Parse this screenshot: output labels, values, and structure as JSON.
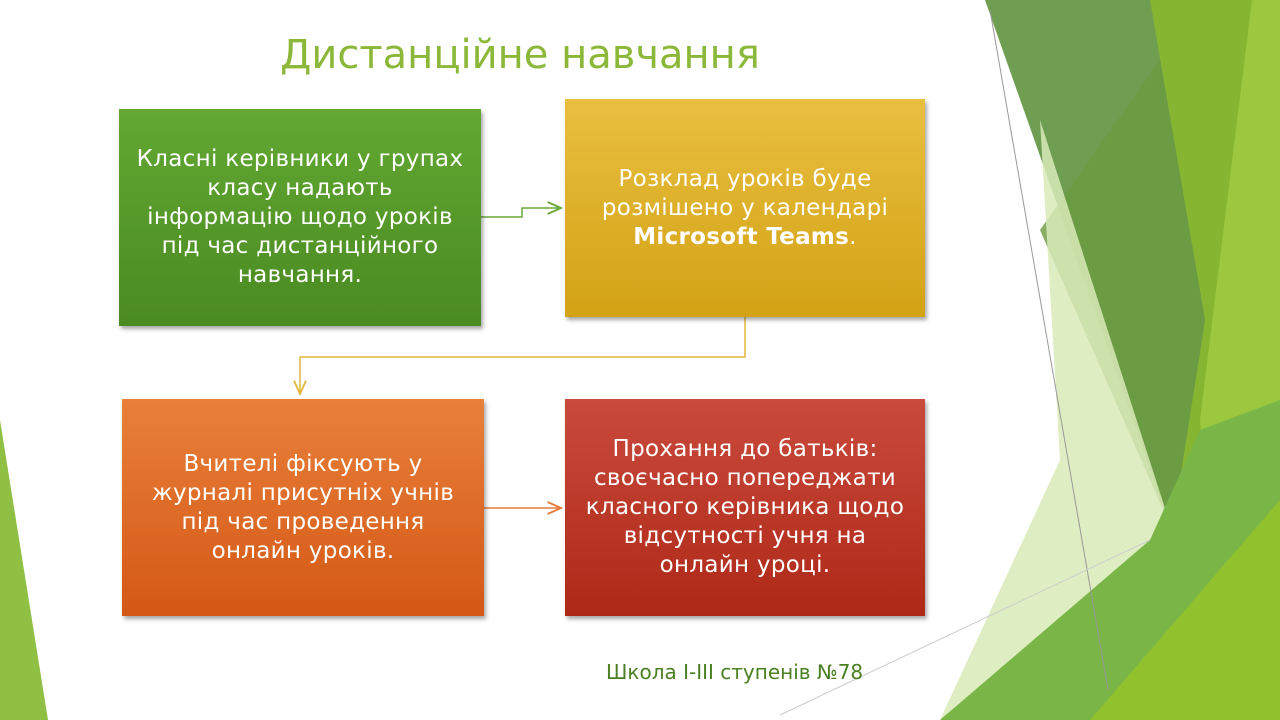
{
  "title": "Дистанційне навчання",
  "boxes": [
    {
      "text": "Класні керівники у групах класу надають інформацію щодо уроків під час дистанційного навчання."
    },
    {
      "text_before": "Розклад уроків буде розмішено у календарі ",
      "text_bold": "Microsoft Teams",
      "text_after": "."
    },
    {
      "text": "Вчителі фіксують у журналі присутніх учнів під час проведення онлайн уроків."
    },
    {
      "text": "Прохання до батьків: своєчасно попереджати класного керівника щодо відсутності учня на онлайн уроці."
    }
  ],
  "footer": "Школа І-ІІІ ступенів №78",
  "colors": {
    "title": "#8cb83a",
    "box1": "#5aa02c",
    "box2": "#e0b22c",
    "box3": "#e06a28",
    "box4": "#bb3828"
  }
}
